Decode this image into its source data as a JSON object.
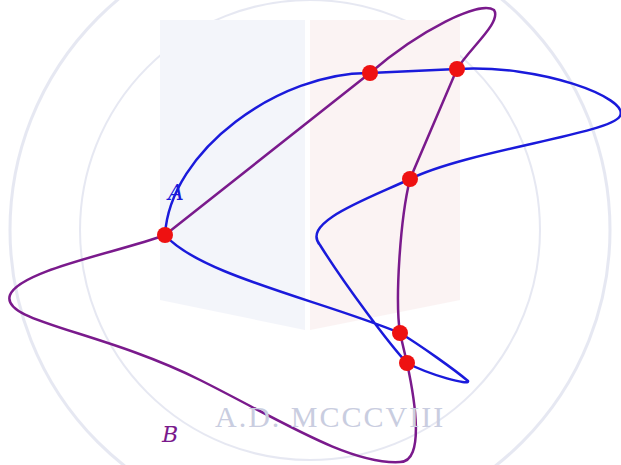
{
  "diagram": {
    "labels": [
      "A",
      "B",
      "A.D. MCCCVIII"
    ]
  }
}
